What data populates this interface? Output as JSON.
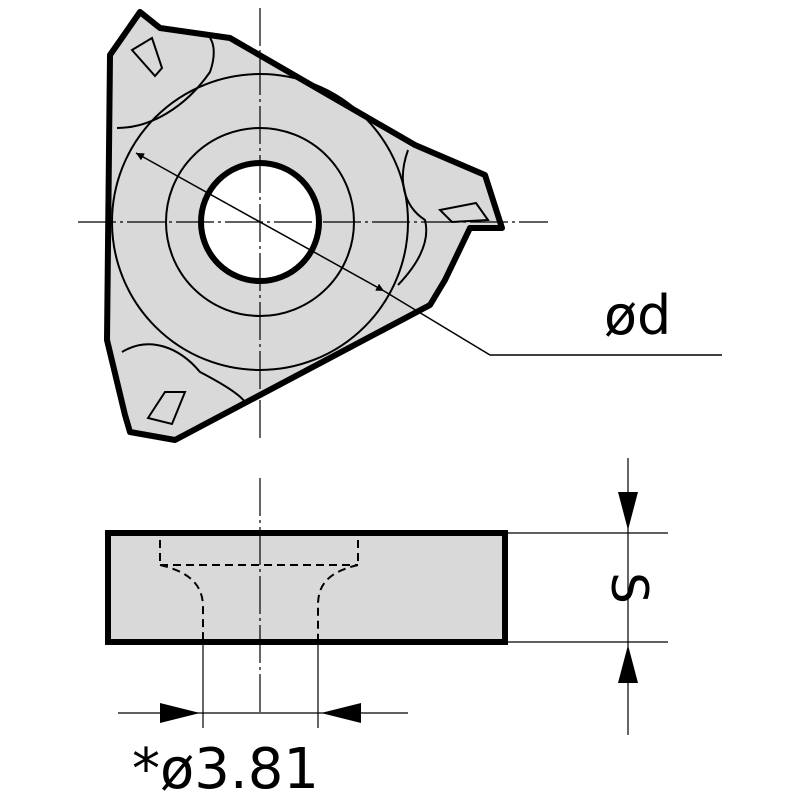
{
  "colors": {
    "line": "#000000",
    "fill": "#d9d9d9",
    "background": "#ffffff"
  },
  "labels": {
    "bore_diameter": "ød",
    "thickness": "S",
    "hole_diameter": "*ø3.81"
  }
}
